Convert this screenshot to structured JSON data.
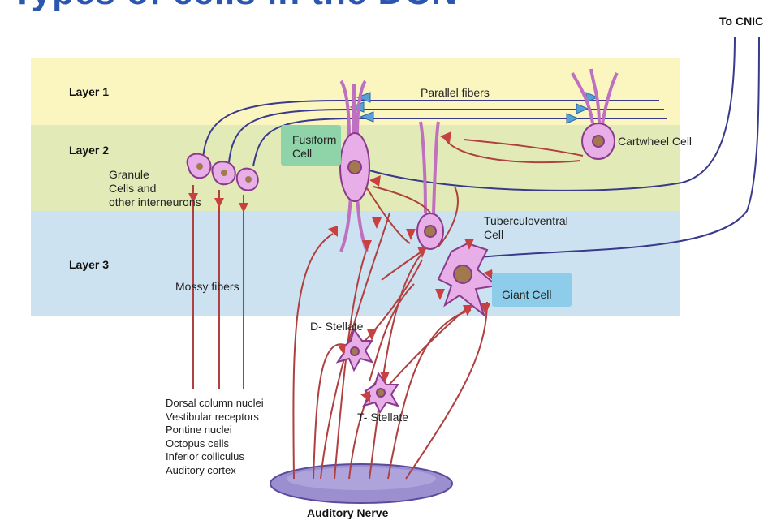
{
  "title": "Types of cells in the DCN",
  "colors": {
    "layer1": "#fbf6c0",
    "layer2": "#e2ebb7",
    "layer3": "#cde2f1",
    "cell_fill": "#e8aee8",
    "cell_stroke": "#8a3a8a",
    "nucleus": "#a07a4c",
    "axon_red": "#b04040",
    "fiber_blue": "#3a3a8c",
    "terminal_red": "#c84040",
    "terminal_blue": "#5aa0d8",
    "nerve_fill": "#9b8fd0",
    "title_blue": "#2a56b0"
  },
  "layers": [
    {
      "name": "Layer 1"
    },
    {
      "name": "Layer 2"
    },
    {
      "name": "Layer 3"
    }
  ],
  "labels": {
    "to_cnic": "To CNIC",
    "parallel_fibers": "Parallel fibers",
    "fusiform_1": "Fusiform",
    "fusiform_2": "Cell",
    "cartwheel": "Cartwheel Cell",
    "granule_1": "Granule",
    "granule_2": "Cells and",
    "granule_3": "other interneurons",
    "tuberculoventral_1": "Tuberculoventral",
    "tuberculoventral_2": "Cell",
    "giant": "Giant Cell",
    "mossy": "Mossy fibers",
    "d_stellate": "D- Stellate",
    "t_stellate": "T- Stellate",
    "auditory_nerve": "Auditory Nerve"
  },
  "inputs": [
    "Dorsal column nuclei",
    "Vestibular receptors",
    "Pontine nuclei",
    "Octopus cells",
    "Inferior colliculus",
    "Auditory cortex"
  ]
}
